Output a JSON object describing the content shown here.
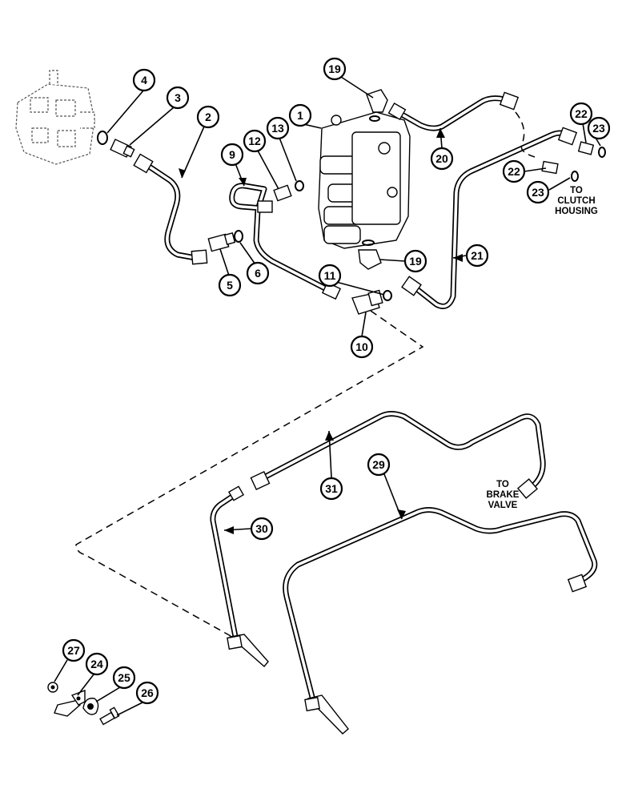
{
  "callouts": [
    {
      "label": "1"
    },
    {
      "label": "2"
    },
    {
      "label": "3"
    },
    {
      "label": "4"
    },
    {
      "label": "5"
    },
    {
      "label": "6"
    },
    {
      "label": "9"
    },
    {
      "label": "10"
    },
    {
      "label": "11"
    },
    {
      "label": "12"
    },
    {
      "label": "13"
    },
    {
      "label": "19"
    },
    {
      "label": "19"
    },
    {
      "label": "20"
    },
    {
      "label": "21"
    },
    {
      "label": "22"
    },
    {
      "label": "22"
    },
    {
      "label": "23"
    },
    {
      "label": "23"
    },
    {
      "label": "24"
    },
    {
      "label": "25"
    },
    {
      "label": "26"
    },
    {
      "label": "27"
    },
    {
      "label": "29"
    },
    {
      "label": "30"
    },
    {
      "label": "31"
    }
  ],
  "notes": {
    "clutch": [
      "TO",
      "CLUTCH",
      "HOUSING"
    ],
    "brake": [
      "TO",
      "BRAKE",
      "VALVE"
    ]
  }
}
